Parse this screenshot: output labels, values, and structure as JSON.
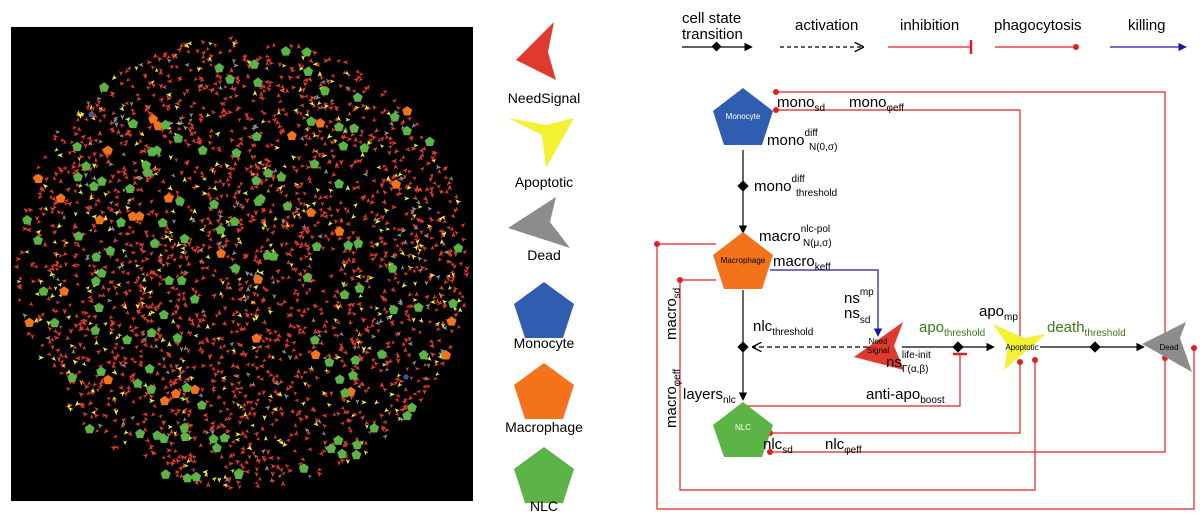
{
  "legend": {
    "items": [
      {
        "label": "NeedSignal",
        "shape": "arrowhead",
        "color": "#e03a2f",
        "direction": "left"
      },
      {
        "label": "Apoptotic",
        "shape": "arrowhead",
        "color": "#f2f230",
        "direction": "right"
      },
      {
        "label": "Dead",
        "shape": "arrowhead",
        "color": "#8c8c8c",
        "direction": "left"
      },
      {
        "label": "Monocyte",
        "shape": "pentagon",
        "color": "#2f5db0"
      },
      {
        "label": "Macrophage",
        "shape": "pentagon",
        "color": "#f2731c"
      },
      {
        "label": "NLC",
        "shape": "pentagon",
        "color": "#5cb346"
      }
    ]
  },
  "edge_legend": {
    "items": [
      {
        "label_line1": "cell state",
        "label_line2": "transition",
        "style": "solid-diamond",
        "color": "#000000"
      },
      {
        "label_line1": "activation",
        "label_line2": "",
        "style": "dashed-arrow",
        "color": "#000000"
      },
      {
        "label_line1": "inhibition",
        "label_line2": "",
        "style": "bar",
        "color": "#e02020"
      },
      {
        "label_line1": "phagocytosis",
        "label_line2": "",
        "style": "dot",
        "color": "#e02020"
      },
      {
        "label_line1": "killing",
        "label_line2": "",
        "style": "arrow",
        "color": "#1a1aa0"
      }
    ]
  },
  "nodes": {
    "monocyte": {
      "label": "Monocyte"
    },
    "macrophage": {
      "label": "Macrophage"
    },
    "nlc": {
      "label": "NLC"
    },
    "needsignal": {
      "label_line1": "Need",
      "label_line2": "Signal"
    },
    "apoptotic": {
      "label": "Apoptotic"
    },
    "dead": {
      "label": "Dead"
    }
  },
  "params": {
    "mono_sd": {
      "base": "mono",
      "sub": "sd"
    },
    "mono_phieff": {
      "base": "mono",
      "sub": "φeff"
    },
    "mono_diff_N": {
      "base": "mono",
      "sup": "diff",
      "sub": "N(0,σ)"
    },
    "mono_diff_threshold": {
      "base": "mono",
      "sup": "diff",
      "sub": "threshold"
    },
    "macro_nlcpol": {
      "base": "macro",
      "sup": "nlc-pol",
      "sub": "N(μ,σ)"
    },
    "macro_keff": {
      "base": "macro",
      "sub": "keff"
    },
    "macro_sd": {
      "base": "macro",
      "sub": "sd"
    },
    "macro_phieff": {
      "base": "macro",
      "sub": "φeff"
    },
    "nlc_threshold": {
      "base": "nlc",
      "sub": "threshold"
    },
    "layers_nlc": {
      "base": "layers",
      "sub": "nlc"
    },
    "nlc_sd": {
      "base": "nlc",
      "sub": "sd"
    },
    "nlc_phieff": {
      "base": "nlc",
      "sub": "φeff"
    },
    "ns_mp": {
      "base": "ns",
      "sup": "mp"
    },
    "ns_sd": {
      "base": "ns",
      "sub": "sd"
    },
    "ns_lifeinit": {
      "base": "ns",
      "sup": "life-init",
      "sub": "Γ(α,β)"
    },
    "apo_threshold": {
      "base": "apo",
      "sub": "threshold"
    },
    "apo_mp": {
      "base": "apo",
      "sub": "mp"
    },
    "anti_apo_boost": {
      "base": "anti-apo",
      "sub": "boost"
    },
    "death_threshold": {
      "base": "death",
      "sub": "threshold"
    }
  },
  "colors": {
    "transition": "#000000",
    "inhibition": "#e02020",
    "phagocytosis": "#e02020",
    "killing": "#1a1aa0",
    "green_param": "#3a7a1a",
    "needsignal": "#e03a2f",
    "apoptotic": "#f2f230",
    "dead": "#8c8c8c",
    "monocyte": "#2f5db0",
    "macrophage": "#f2731c",
    "nlc": "#5cb346"
  }
}
